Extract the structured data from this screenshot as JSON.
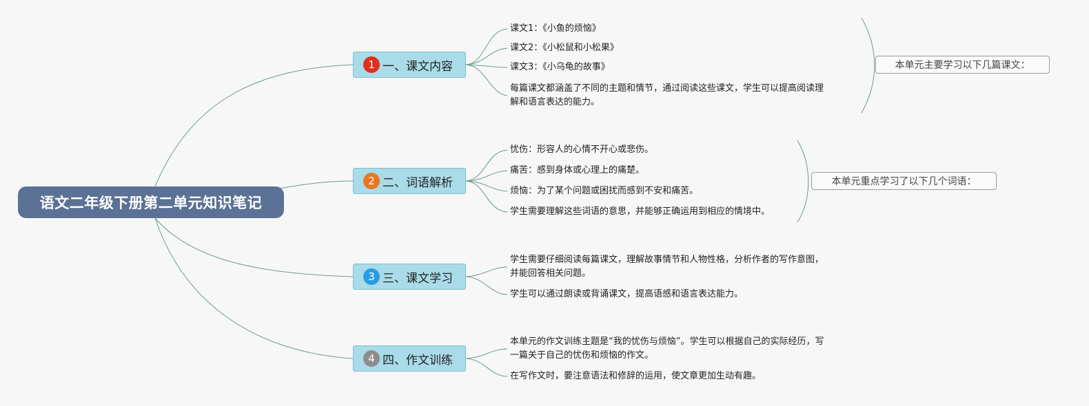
{
  "root": {
    "title": "语文二年级下册第二单元知识笔记"
  },
  "colors": {
    "root_bg": "#5b7196",
    "branch_bg": "#a9dbe9",
    "line": "#6a9a88",
    "badge1": "#e0301e",
    "badge2": "#e87722",
    "badge3": "#2a9de0",
    "badge4": "#8c8c8c"
  },
  "branches": [
    {
      "number": "1",
      "label": "一、课文内容",
      "items": [
        "课文1：《小鱼的烦恼》",
        "课文2：《小松鼠和小松果》",
        "课文3：《小乌龟的故事》",
        "每篇课文都涵盖了不同的主题和情节，通过阅读这些课文，学生可以提高阅读理",
        "解和语言表达的能力。"
      ],
      "summary": "本单元主要学习以下几篇课文："
    },
    {
      "number": "2",
      "label": "二、词语解析",
      "items": [
        "忧伤：形容人的心情不开心或悲伤。",
        "痛苦：感到身体或心理上的痛楚。",
        "烦恼：为了某个问题或困扰而感到不安和痛苦。",
        "学生需要理解这些词语的意思，并能够正确运用到相应的情境中。"
      ],
      "summary": "本单元重点学习了以下几个词语："
    },
    {
      "number": "3",
      "label": "三、课文学习",
      "items": [
        "学生需要仔细阅读每篇课文，理解故事情节和人物性格，分析作者的写作意图，",
        "并能回答相关问题。",
        "学生可以通过朗读或背诵课文，提高语感和语言表达能力。"
      ]
    },
    {
      "number": "4",
      "label": "四、作文训练",
      "items": [
        "本单元的作文训练主题是“我的忧伤与烦恼”。学生可以根据自己的实际经历，写",
        "一篇关于自己的忧伤和烦恼的作文。",
        "在写作文时，要注意语法和修辞的运用，使文章更加生动有趣。"
      ]
    }
  ]
}
